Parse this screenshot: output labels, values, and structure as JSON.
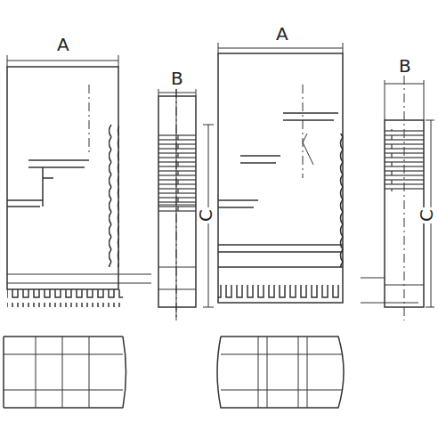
{
  "diagram": {
    "labels": [
      "A",
      "B",
      "C",
      "A",
      "B",
      "C"
    ]
  }
}
